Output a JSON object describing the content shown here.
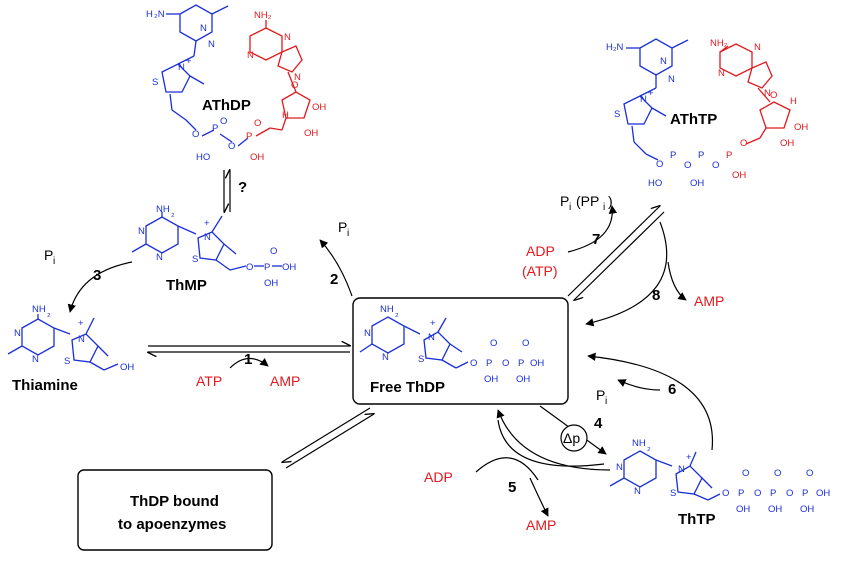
{
  "colors": {
    "structure_blue": "#1a2fd6",
    "adenosine_red": "#e0191e",
    "text_black": "#000000"
  },
  "molecules": {
    "athdp": "AThDP",
    "athtp": "AThTP",
    "thmp": "ThMP",
    "thiamine": "Thiamine",
    "free_thdp": "Free ThDP",
    "thtp": "ThTP"
  },
  "boxes": {
    "bound_line1": "ThDP bound",
    "bound_line2": "to apoenzymes"
  },
  "steps": {
    "s1": "1",
    "s2": "2",
    "s3": "3",
    "s4": "4",
    "s5": "5",
    "s6": "6",
    "s7": "7",
    "s8": "8",
    "unknown": "?"
  },
  "cofactors": {
    "atp": "ATP",
    "amp1": "AMP",
    "pi2": "P",
    "pi3": "P",
    "pi_sub": "i",
    "adp7": "ADP",
    "atp7": "(ATP)",
    "pi7": "P",
    "pi7_rest": "(PP",
    "pi7_close": ")",
    "amp8": "AMP",
    "pi4": "P",
    "dp": "Δp",
    "adp5": "ADP",
    "amp5": "AMP"
  },
  "atoms": {
    "nh2": "NH",
    "two": "2",
    "n": "N",
    "nplus": "N",
    "plus": "+",
    "s": "S",
    "o": "O",
    "p": "P",
    "oh": "OH",
    "ho": "HO",
    "h": "H",
    "h2n": "H",
    "h2n_n": "N"
  }
}
